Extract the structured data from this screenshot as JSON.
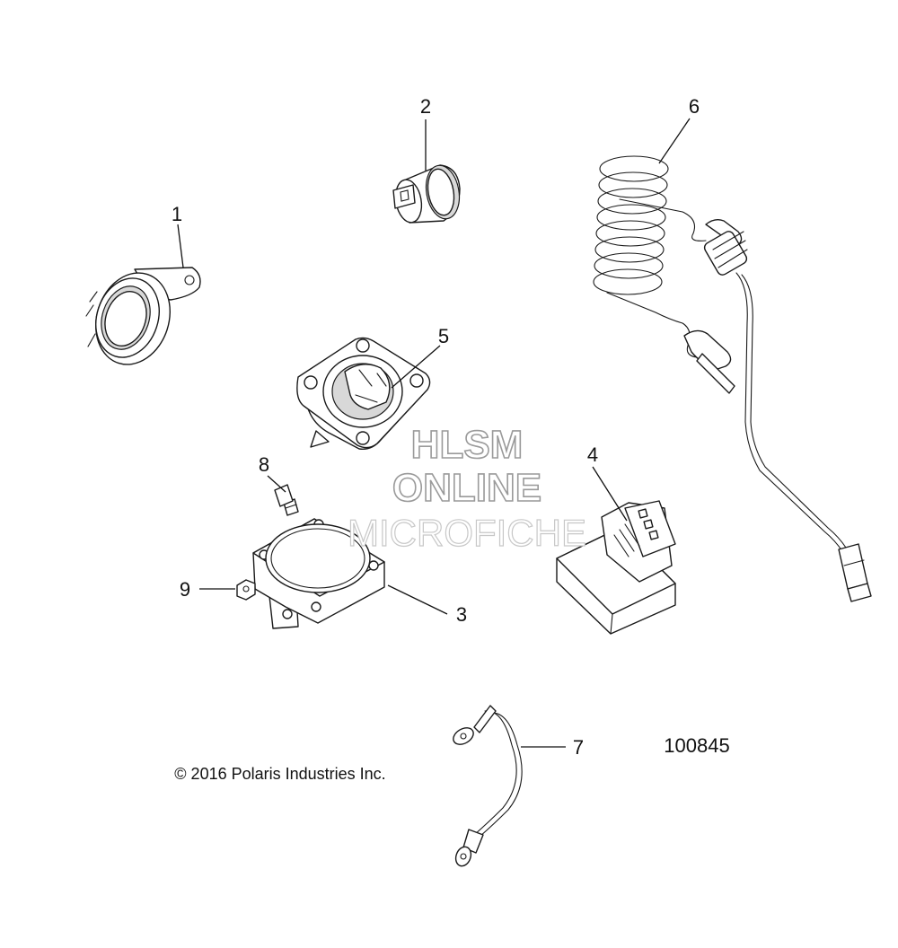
{
  "callouts": {
    "c1": "1",
    "c2": "2",
    "c3": "3",
    "c4": "4",
    "c5": "5",
    "c6": "6",
    "c7": "7",
    "c8": "8",
    "c9": "9"
  },
  "diagram_number": "100845",
  "copyright": "© 2016 Polaris Industries Inc.",
  "watermark": {
    "line1": "HLSM",
    "line2": "ONLINE",
    "line3": "MICROFICHE"
  }
}
